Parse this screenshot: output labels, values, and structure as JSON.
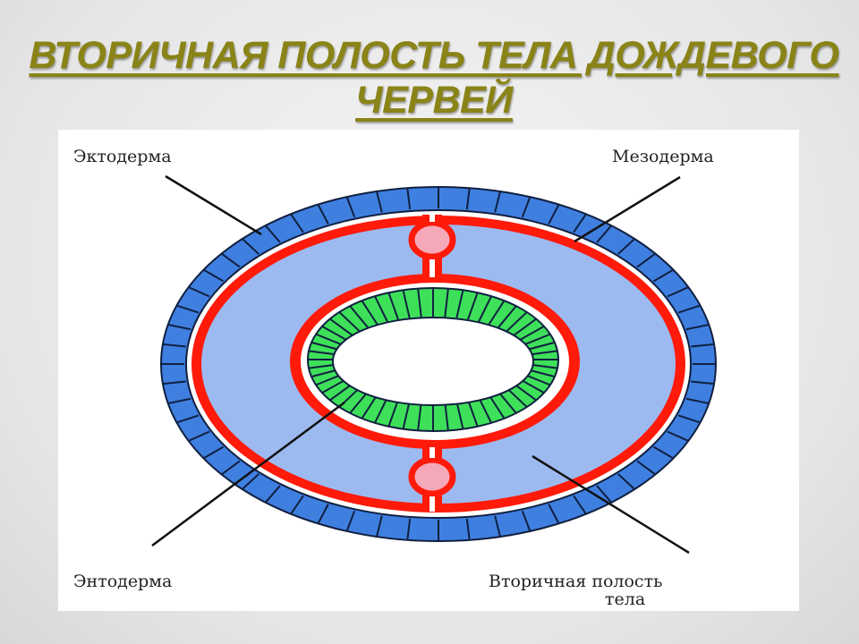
{
  "title": {
    "line1": "ВТОРИЧНАЯ ПОЛОСТЬ ТЕЛА ДОЖДЕВОГО",
    "line2": "ЧЕРВЕЙ"
  },
  "labels": {
    "ectoderm": "Эктодерма",
    "mesoderm": "Мезодерма",
    "endoderm": "Энтодерма",
    "cavity_line1": "Вторичная полость",
    "cavity_line2": "тела"
  },
  "colors": {
    "ectoderm": "#3f7fe0",
    "mesoderm": "#ff1a0a",
    "cavity": "#9dbaf0",
    "endoderm": "#3ee05a",
    "vessel": "#f4a8b8",
    "title": "#8a8418"
  }
}
